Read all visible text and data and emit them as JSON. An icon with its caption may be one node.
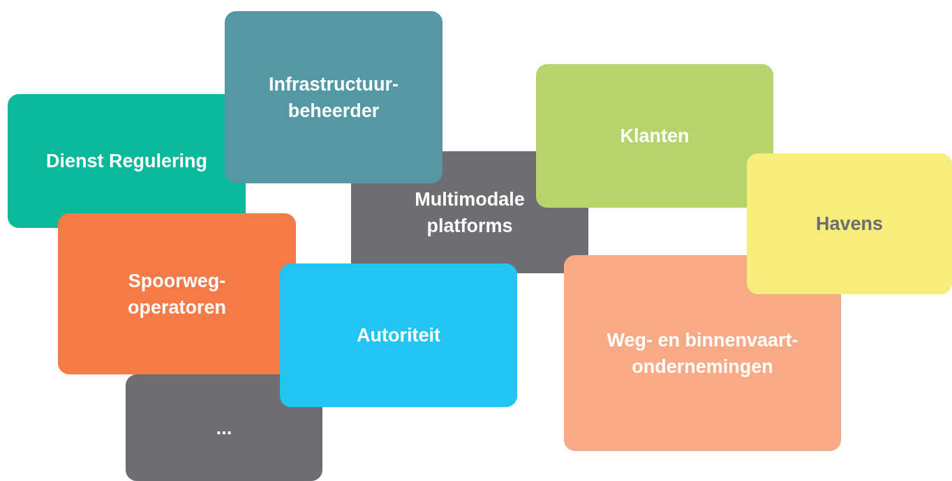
{
  "diagram": {
    "nodes": [
      {
        "text": [
          "Infrastructuur- beheerder"
        ]
      },
      {
        "text": [
          "Dienst Regulering"
        ]
      },
      {
        "text": [
          "Klanten"
        ]
      },
      {
        "text": [
          "Multimodale platforms"
        ]
      },
      {
        "text": [
          "Havens"
        ]
      },
      {
        "text": [
          "Spoorweg- operatoren"
        ]
      },
      {
        "text": [
          "Autoriteit"
        ]
      },
      {
        "text": [
          "Weg- en binnenvaart- ondernemingen"
        ]
      },
      {
        "text": [
          "..."
        ]
      }
    ],
    "edges": []
  }
}
